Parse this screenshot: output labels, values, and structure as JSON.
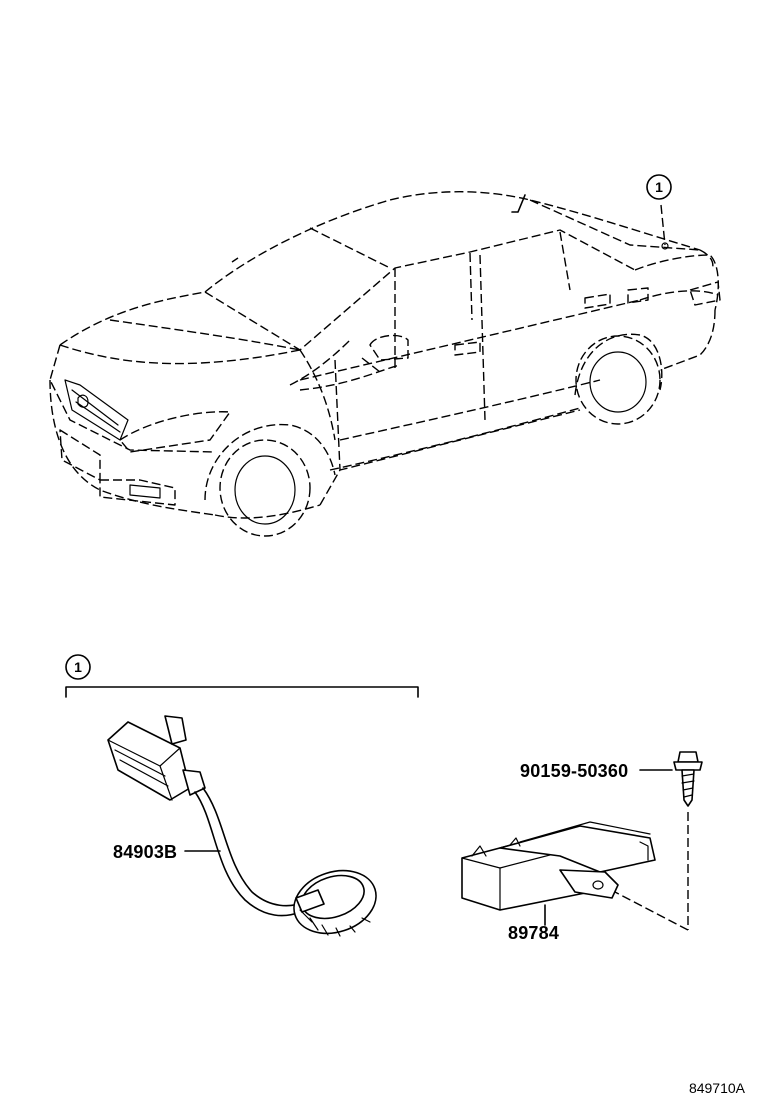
{
  "diagram": {
    "callout_id": "1",
    "parts": {
      "harness": {
        "part_number": "84903B"
      },
      "bolt": {
        "part_number": "90159-50360"
      },
      "module": {
        "part_number": "89784"
      }
    },
    "illustration_code": "849710A"
  }
}
